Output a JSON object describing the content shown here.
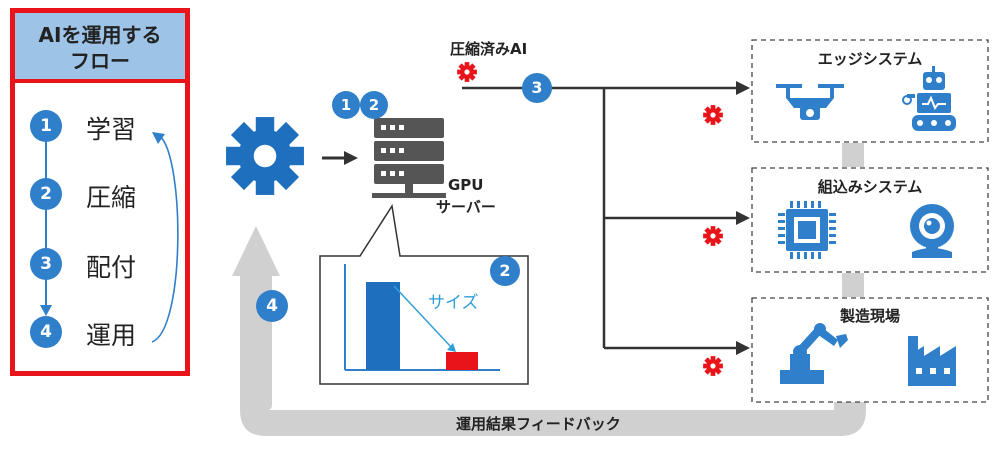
{
  "flow_panel": {
    "title_line1": "AIを運用する",
    "title_line2": "フロー",
    "steps": [
      {
        "num": "1",
        "label": "学習"
      },
      {
        "num": "2",
        "label": "圧縮"
      },
      {
        "num": "3",
        "label": "配付"
      },
      {
        "num": "4",
        "label": "運用"
      }
    ]
  },
  "center": {
    "compressed_ai_label": "圧縮済みAI",
    "gpu_server_line1": "GPU",
    "gpu_server_line2": "サーバー",
    "step1": "1",
    "step2": "2",
    "step3": "3",
    "step4": "4",
    "chart_step": "2",
    "size_label": "サイズ",
    "feedback_label": "運用結果フィードバック"
  },
  "targets": [
    {
      "title": "エッジシステム",
      "icons": [
        "drone-icon",
        "robot-icon"
      ]
    },
    {
      "title": "組込みシステム",
      "icons": [
        "chip-icon",
        "webcam-icon"
      ]
    },
    {
      "title": "製造現場",
      "icons": [
        "robot-arm-icon",
        "factory-icon"
      ]
    }
  ],
  "colors": {
    "panel_red": "#e8141a",
    "panel_header": "#9dc3e6",
    "step_blue": "#2f7fcb",
    "icon_blue": "#1f6fbf",
    "gear_red": "#e8141a",
    "arrow_gray": "#d0d0d0",
    "dark_gray": "#555555"
  }
}
